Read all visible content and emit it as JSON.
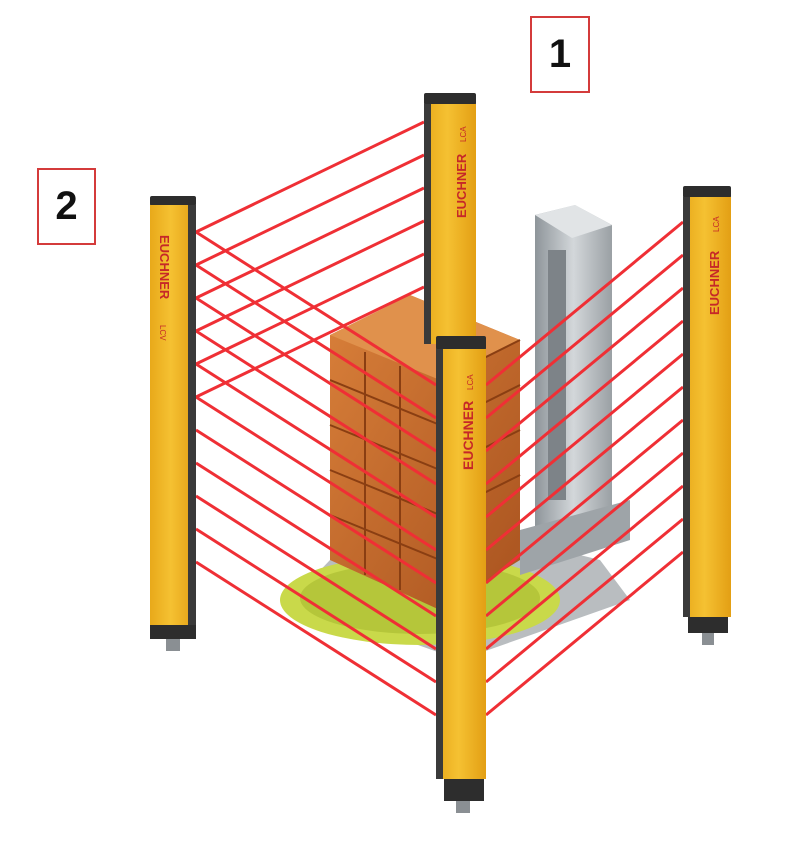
{
  "image": {
    "labels": [
      "1",
      "2"
    ],
    "column_brand": "EUCHNER",
    "column_models": {
      "left": "LCV",
      "back": "LCA",
      "front": "LCA",
      "right": "LCA"
    },
    "colors": {
      "column_yellow": "#f2b824",
      "beam_red": "#ef2f35",
      "label_border": "#d43b3b",
      "pallet_brick": "#c96a2a",
      "machine_gray": "#aeb4b8",
      "platform_lime": "#c9d94a"
    }
  }
}
